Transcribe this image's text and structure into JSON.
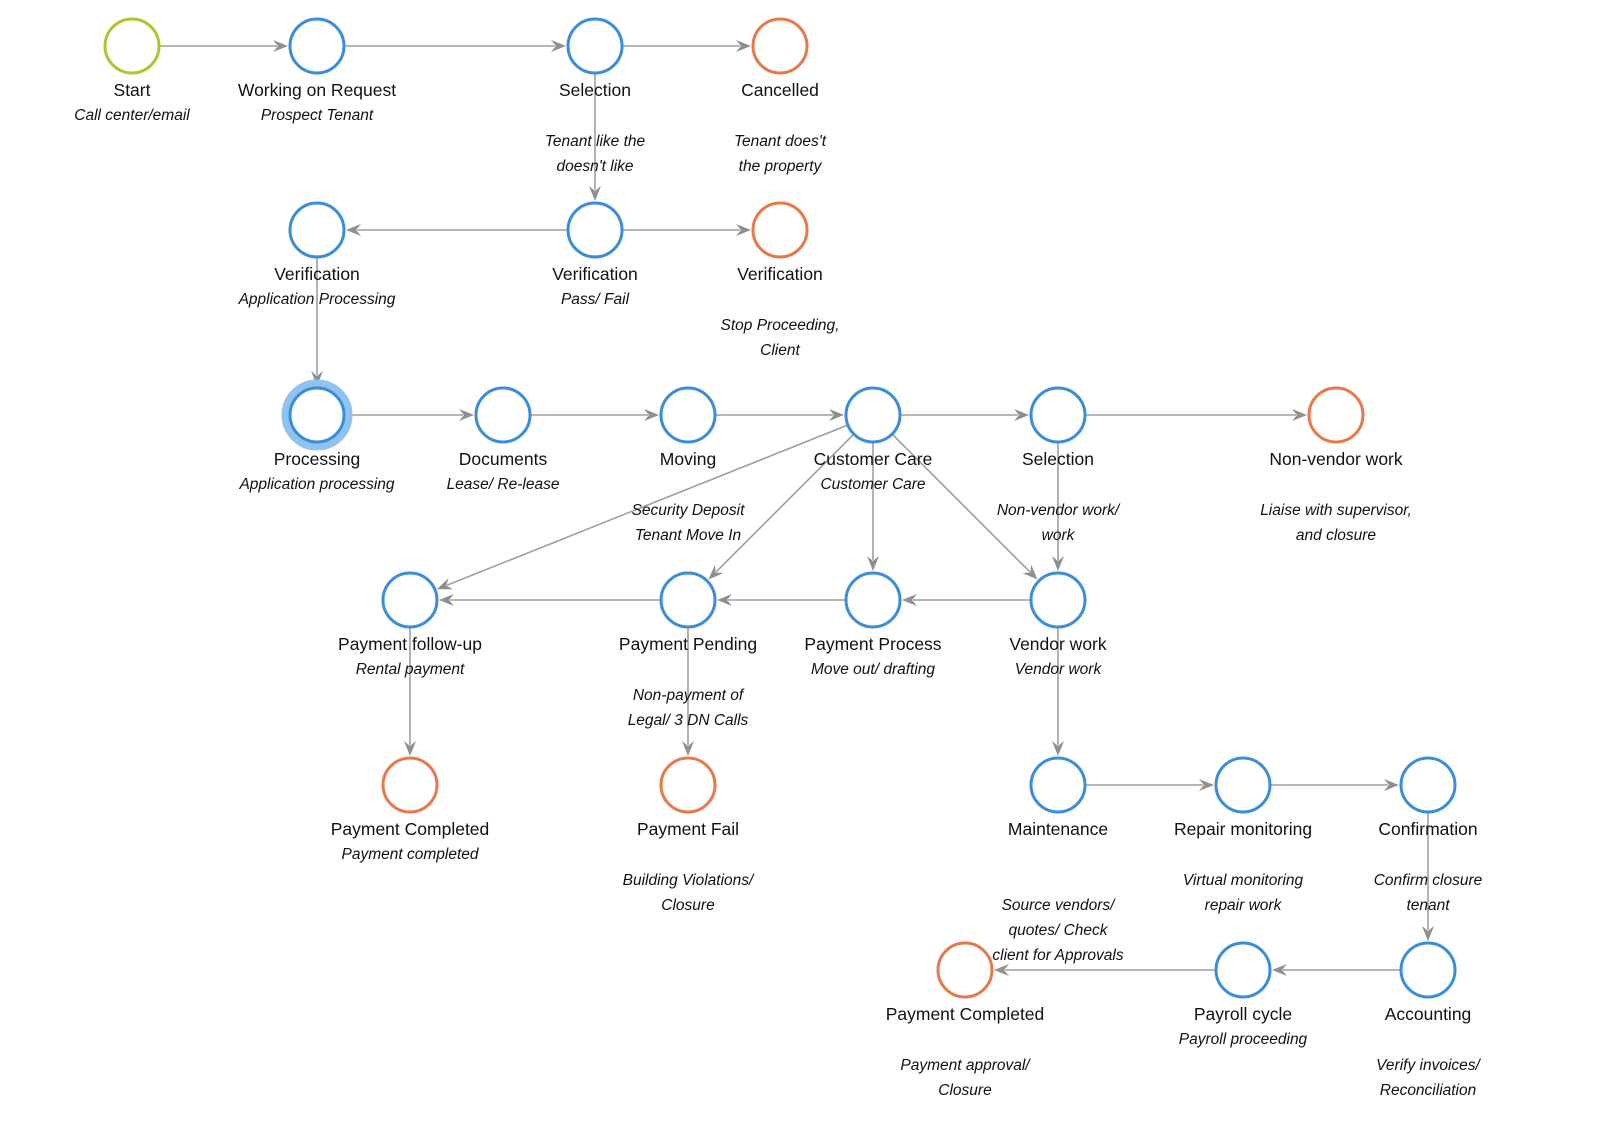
{
  "colors": {
    "process": "#3a8ddb",
    "terminal": "#e8784a",
    "start": "#a8c92c",
    "selected_halo": "#8fc2ef",
    "edge": "#9e9e9e"
  },
  "nodes": [
    {
      "id": "start",
      "label": "Start",
      "sub": "Call center/email",
      "kind": "start"
    },
    {
      "id": "working",
      "label": "Working on Request",
      "sub": "Prospect Tenant",
      "kind": "process"
    },
    {
      "id": "selection1",
      "label": "Selection",
      "sub": "",
      "kind": "process"
    },
    {
      "id": "cancelled",
      "label": "Cancelled",
      "sub": "",
      "kind": "terminal"
    },
    {
      "id": "verif_app",
      "label": "Verification",
      "sub": "Application Processing",
      "kind": "process"
    },
    {
      "id": "verif_pass",
      "label": "Verification",
      "sub": "Pass/ Fail",
      "kind": "process"
    },
    {
      "id": "verif_stop",
      "label": "Verification",
      "sub": "",
      "kind": "terminal"
    },
    {
      "id": "processing",
      "label": "Processing",
      "sub": "Application processing",
      "kind": "process",
      "selected": true
    },
    {
      "id": "documents",
      "label": "Documents",
      "sub": "Lease/ Re-lease",
      "kind": "process"
    },
    {
      "id": "moving",
      "label": "Moving",
      "sub": "",
      "kind": "process"
    },
    {
      "id": "customer_care",
      "label": "Customer Care",
      "sub": "Customer Care",
      "kind": "process"
    },
    {
      "id": "selection2",
      "label": "Selection",
      "sub": "",
      "kind": "process"
    },
    {
      "id": "nonvendor",
      "label": "Non-vendor work",
      "sub": "",
      "kind": "terminal"
    },
    {
      "id": "pay_followup",
      "label": "Payment follow-up",
      "sub": "Rental payment",
      "kind": "process"
    },
    {
      "id": "pay_pending",
      "label": "Payment Pending",
      "sub": "",
      "kind": "process"
    },
    {
      "id": "pay_process",
      "label": "Payment Process",
      "sub": "Move out/ drafting",
      "kind": "process"
    },
    {
      "id": "vendor_work",
      "label": "Vendor work",
      "sub": "Vendor work",
      "kind": "process"
    },
    {
      "id": "pay_completed1",
      "label": "Payment Completed",
      "sub": "Payment completed",
      "kind": "terminal"
    },
    {
      "id": "pay_fail",
      "label": "Payment Fail",
      "sub": "",
      "kind": "terminal"
    },
    {
      "id": "maintenance",
      "label": "Maintenance",
      "sub": "",
      "kind": "process"
    },
    {
      "id": "repair",
      "label": "Repair monitoring",
      "sub": "",
      "kind": "process"
    },
    {
      "id": "confirmation",
      "label": "Confirmation",
      "sub": "",
      "kind": "process"
    },
    {
      "id": "pay_completed2",
      "label": "Payment Completed",
      "sub": "",
      "kind": "terminal"
    },
    {
      "id": "payroll",
      "label": "Payroll cycle",
      "sub": "Payroll proceeding",
      "kind": "process"
    },
    {
      "id": "accounting",
      "label": "Accounting",
      "sub": "",
      "kind": "process"
    }
  ],
  "notes": [
    {
      "id": "note_selection1",
      "lines": [
        "Tenant like the",
        "doesn't like"
      ]
    },
    {
      "id": "note_cancelled",
      "lines": [
        "Tenant does't",
        "the property"
      ]
    },
    {
      "id": "note_verif_stop",
      "lines": [
        "Stop Proceeding,",
        "Client"
      ]
    },
    {
      "id": "note_moving",
      "lines": [
        "Security Deposit",
        "Tenant Move In"
      ]
    },
    {
      "id": "note_selection2",
      "lines": [
        "Non-vendor work/",
        "work"
      ]
    },
    {
      "id": "note_nonvendor",
      "lines": [
        "Liaise with supervisor,",
        "and closure"
      ]
    },
    {
      "id": "note_pay_pending",
      "lines": [
        "Non-payment of",
        "Legal/ 3 DN Calls"
      ]
    },
    {
      "id": "note_pay_fail",
      "lines": [
        "Building Violations/",
        "Closure"
      ]
    },
    {
      "id": "note_repair",
      "lines": [
        "Virtual monitoring",
        "repair work"
      ]
    },
    {
      "id": "note_confirmation",
      "lines": [
        "Confirm closure",
        "tenant"
      ]
    },
    {
      "id": "note_maintenance",
      "lines": [
        "Source vendors/",
        "quotes/ Check",
        "client for Approvals"
      ]
    },
    {
      "id": "note_pay_completed2",
      "lines": [
        "Payment approval/",
        "Closure"
      ]
    },
    {
      "id": "note_accounting",
      "lines": [
        "Verify invoices/",
        "Reconciliation"
      ]
    }
  ],
  "edges": [
    {
      "from": "start",
      "to": "working"
    },
    {
      "from": "working",
      "to": "selection1"
    },
    {
      "from": "selection1",
      "to": "cancelled"
    },
    {
      "from": "selection1",
      "to": "verif_pass"
    },
    {
      "from": "verif_pass",
      "to": "verif_app"
    },
    {
      "from": "verif_pass",
      "to": "verif_stop"
    },
    {
      "from": "verif_app",
      "to": "processing"
    },
    {
      "from": "processing",
      "to": "documents"
    },
    {
      "from": "documents",
      "to": "moving"
    },
    {
      "from": "moving",
      "to": "customer_care"
    },
    {
      "from": "customer_care",
      "to": "selection2"
    },
    {
      "from": "selection2",
      "to": "nonvendor"
    },
    {
      "from": "customer_care",
      "to": "pay_followup"
    },
    {
      "from": "customer_care",
      "to": "pay_pending"
    },
    {
      "from": "customer_care",
      "to": "pay_process"
    },
    {
      "from": "customer_care",
      "to": "vendor_work"
    },
    {
      "from": "selection2",
      "to": "vendor_work"
    },
    {
      "from": "vendor_work",
      "to": "pay_process"
    },
    {
      "from": "pay_process",
      "to": "pay_pending"
    },
    {
      "from": "pay_pending",
      "to": "pay_followup"
    },
    {
      "from": "pay_followup",
      "to": "pay_completed1"
    },
    {
      "from": "pay_pending",
      "to": "pay_fail"
    },
    {
      "from": "vendor_work",
      "to": "maintenance"
    },
    {
      "from": "maintenance",
      "to": "repair"
    },
    {
      "from": "repair",
      "to": "confirmation"
    },
    {
      "from": "confirmation",
      "to": "accounting"
    },
    {
      "from": "accounting",
      "to": "payroll"
    },
    {
      "from": "payroll",
      "to": "pay_completed2"
    }
  ]
}
